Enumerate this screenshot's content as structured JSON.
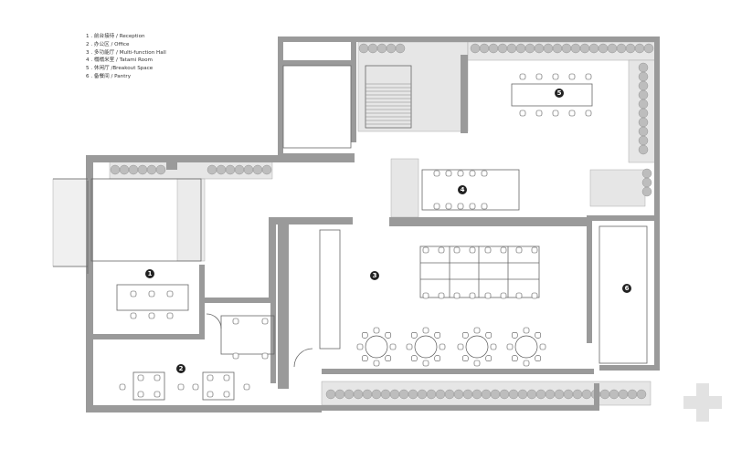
{
  "legend": [
    "1 . 前台接待 / Reception",
    "2 . 办公区 / Office",
    "3 . 多功能厅 / Multi-function Hall",
    "4 . 榻榻米室 / Tatami Room",
    "5 . 休闲厅 /Breakout Space",
    "6 . 备餐间 / Pantry"
  ],
  "room_numbers": [
    "1",
    "2",
    "3",
    "4",
    "5",
    "6"
  ],
  "colors": {
    "wall": "#9a9a9a",
    "wall_dark": "#555555",
    "planter": "#e4e4e4",
    "fill": "#f2f2f2",
    "line": "#666666"
  },
  "watermark_icon": "plus-cross-icon"
}
